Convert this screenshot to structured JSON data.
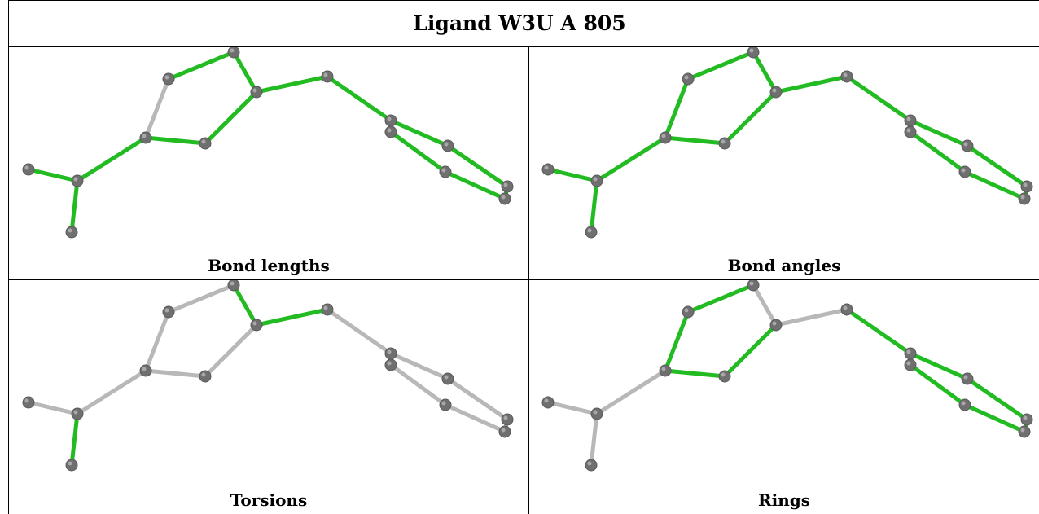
{
  "title": "Ligand W3U A 805",
  "colors": {
    "green": "#22bb22",
    "gray": "#b8b8b8",
    "atom": "#6f6f6f"
  },
  "panels": [
    {
      "caption": "Bond lengths",
      "bond_colors": [
        "green",
        "green",
        "green",
        "green",
        "green",
        "gray",
        "green",
        "green",
        "green",
        "green",
        "green",
        "green",
        "green",
        "green"
      ]
    },
    {
      "caption": "Bond angles",
      "bond_colors": [
        "green",
        "green",
        "green",
        "green",
        "green",
        "green",
        "green",
        "green",
        "green",
        "green",
        "green",
        "green",
        "green",
        "green"
      ]
    },
    {
      "caption": "Torsions",
      "bond_colors": [
        "gray",
        "green",
        "gray",
        "gray",
        "gray",
        "gray",
        "gray",
        "green",
        "green",
        "gray",
        "gray",
        "gray",
        "gray",
        "gray"
      ]
    },
    {
      "caption": "Rings",
      "bond_colors": [
        "gray",
        "gray",
        "gray",
        "green",
        "green",
        "green",
        "green",
        "gray",
        "gray",
        "green",
        "green",
        "green",
        "green",
        "green"
      ]
    }
  ]
}
